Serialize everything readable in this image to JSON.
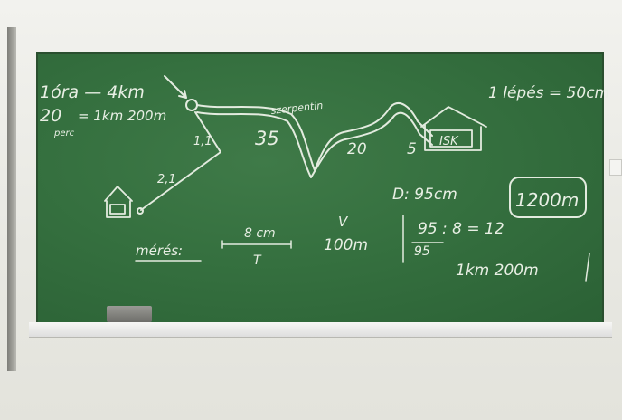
{
  "scene": {
    "subject": "green chalkboard with route diagram",
    "colors": {
      "wall": "#ecece7",
      "board": "#35703f",
      "chalk": "#e8efe4",
      "tray": "#f2f2f0"
    }
  },
  "chalk_text": {
    "time_ratio": "1óra — 4km",
    "minutes": "20",
    "minutes_unit": "perc",
    "distance_a": "= 1km 200m",
    "segment_1_1": "1,1",
    "segment_2_1": "2,1",
    "segment_35": "35",
    "path_label": "szerpentin",
    "segment_20": "20",
    "segment_5": "5",
    "school_label": "ISK",
    "step_rule": "1 lépés = 50cm",
    "scale_d": "D: 95cm",
    "result_box": "1200m",
    "calc": "95 : 8 = 12",
    "calc_sub": "95",
    "result_km": "1km 200m",
    "meres": "mérés:",
    "fraction_top": "8 cm",
    "fraction_bottom": "T",
    "v_label": "V",
    "v_value": "100m"
  }
}
